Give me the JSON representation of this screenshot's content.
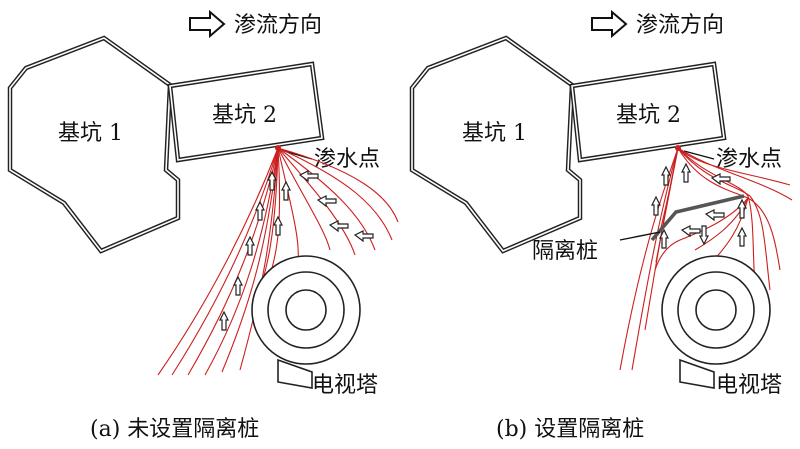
{
  "panel_a": {
    "flow_direction_label": "渗流方向",
    "pit1_label": "基坑 1",
    "pit2_label": "基坑 2",
    "seepage_point_label": "渗水点",
    "tower_label": "电视塔",
    "caption": "(a) 未设置隔离桩"
  },
  "panel_b": {
    "flow_direction_label": "渗流方向",
    "pit1_label": "基坑 1",
    "pit2_label": "基坑 2",
    "seepage_point_label": "渗水点",
    "isolation_pile_label": "隔离桩",
    "tower_label": "电视塔",
    "caption": "(b) 设置隔离桩"
  },
  "colors": {
    "streamline": "#cc1f1f",
    "wall": "#222222"
  }
}
